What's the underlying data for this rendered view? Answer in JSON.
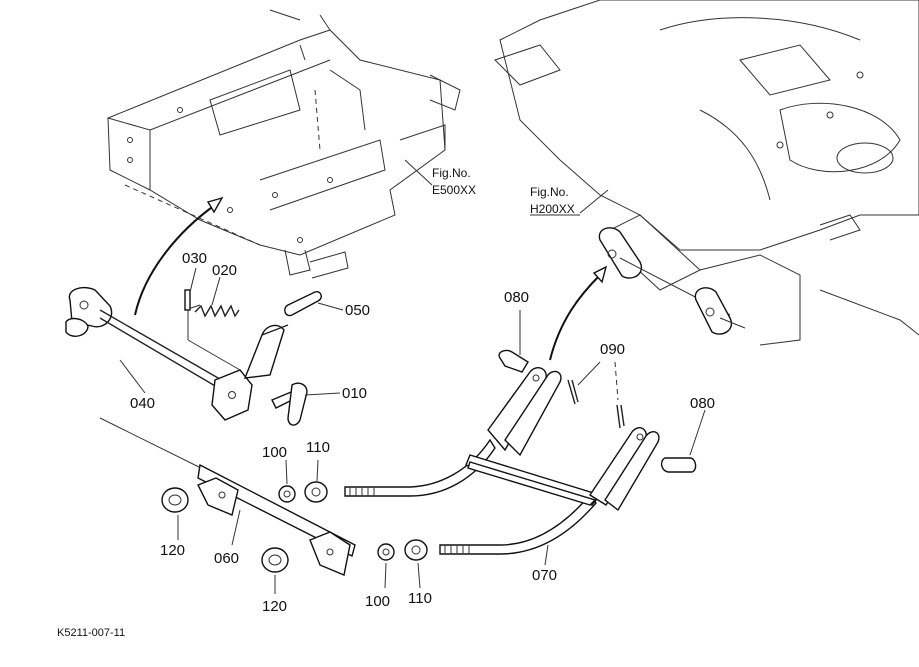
{
  "callouts": {
    "p010": "010",
    "p020": "020",
    "p030": "030",
    "p040": "040",
    "p050": "050",
    "p060": "060",
    "p070": "070",
    "p080a": "080",
    "p080b": "080",
    "p090": "090",
    "p100a": "100",
    "p100b": "100",
    "p110a": "110",
    "p110b": "110",
    "p120a": "120",
    "p120b": "120"
  },
  "figref_left": {
    "label": "Fig.No.",
    "number": "E500XX"
  },
  "figref_right": {
    "label": "Fig.No.",
    "number": "H200XX"
  },
  "drawing_code": "K5211-007-11"
}
